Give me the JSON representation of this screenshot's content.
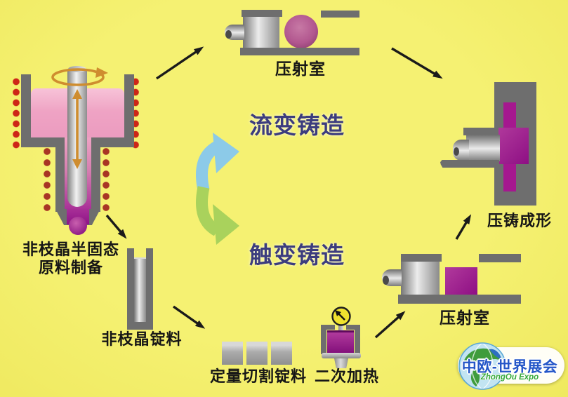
{
  "titles": {
    "rheocasting": "流变铸造",
    "thixocasting": "触变铸造"
  },
  "nodes": {
    "raw_prep": {
      "line1": "非枝晶半固态",
      "line2": "原料制备"
    },
    "injection_top": {
      "label": "压射室"
    },
    "die_casting": {
      "label": "压铸成形"
    },
    "ingot": {
      "label": "非枝晶锭料"
    },
    "cut_ingot": {
      "label": "定量切割锭料"
    },
    "reheat": {
      "label": "二次加热"
    },
    "injection_bottom": {
      "label": "压射室"
    }
  },
  "flows": {
    "rheocasting_path": [
      "非枝晶半固态原料制备",
      "压射室",
      "压铸成形"
    ],
    "thixocasting_path": [
      "非枝晶半固态原料制备",
      "非枝晶锭料",
      "定量切割锭料",
      "二次加热",
      "压射室",
      "压铸成形"
    ]
  },
  "logo": {
    "title": "中欧-世界展会",
    "subtitle": "ZhongOu Expo"
  },
  "colors": {
    "background": "#f3ee6b",
    "machine_gray": "#6e6e6e",
    "melt_pink": "#efa3c4",
    "slurry_magenta": "#9c1f90",
    "heater_coil_red_outer": "#cd2617",
    "heater_coil_red_inner": "#a83524",
    "stir_arrow_orange": "#cf8d2f",
    "rheo_arrow_blue": "#8ccae8",
    "thixo_arrow_green": "#a9d25c",
    "flow_arrow_black": "#1a1a1a",
    "title_navy": "#3c3c7e",
    "gauge_yellow": "#efe22e",
    "logo_blue": "#2456c8",
    "logo_green": "#35a93a"
  },
  "icons": {
    "rotation-arrow-icon": "↻",
    "reciprocating-arrow-icon": "↕",
    "gauge-icon": "◔",
    "globe-icon": "🌐"
  }
}
